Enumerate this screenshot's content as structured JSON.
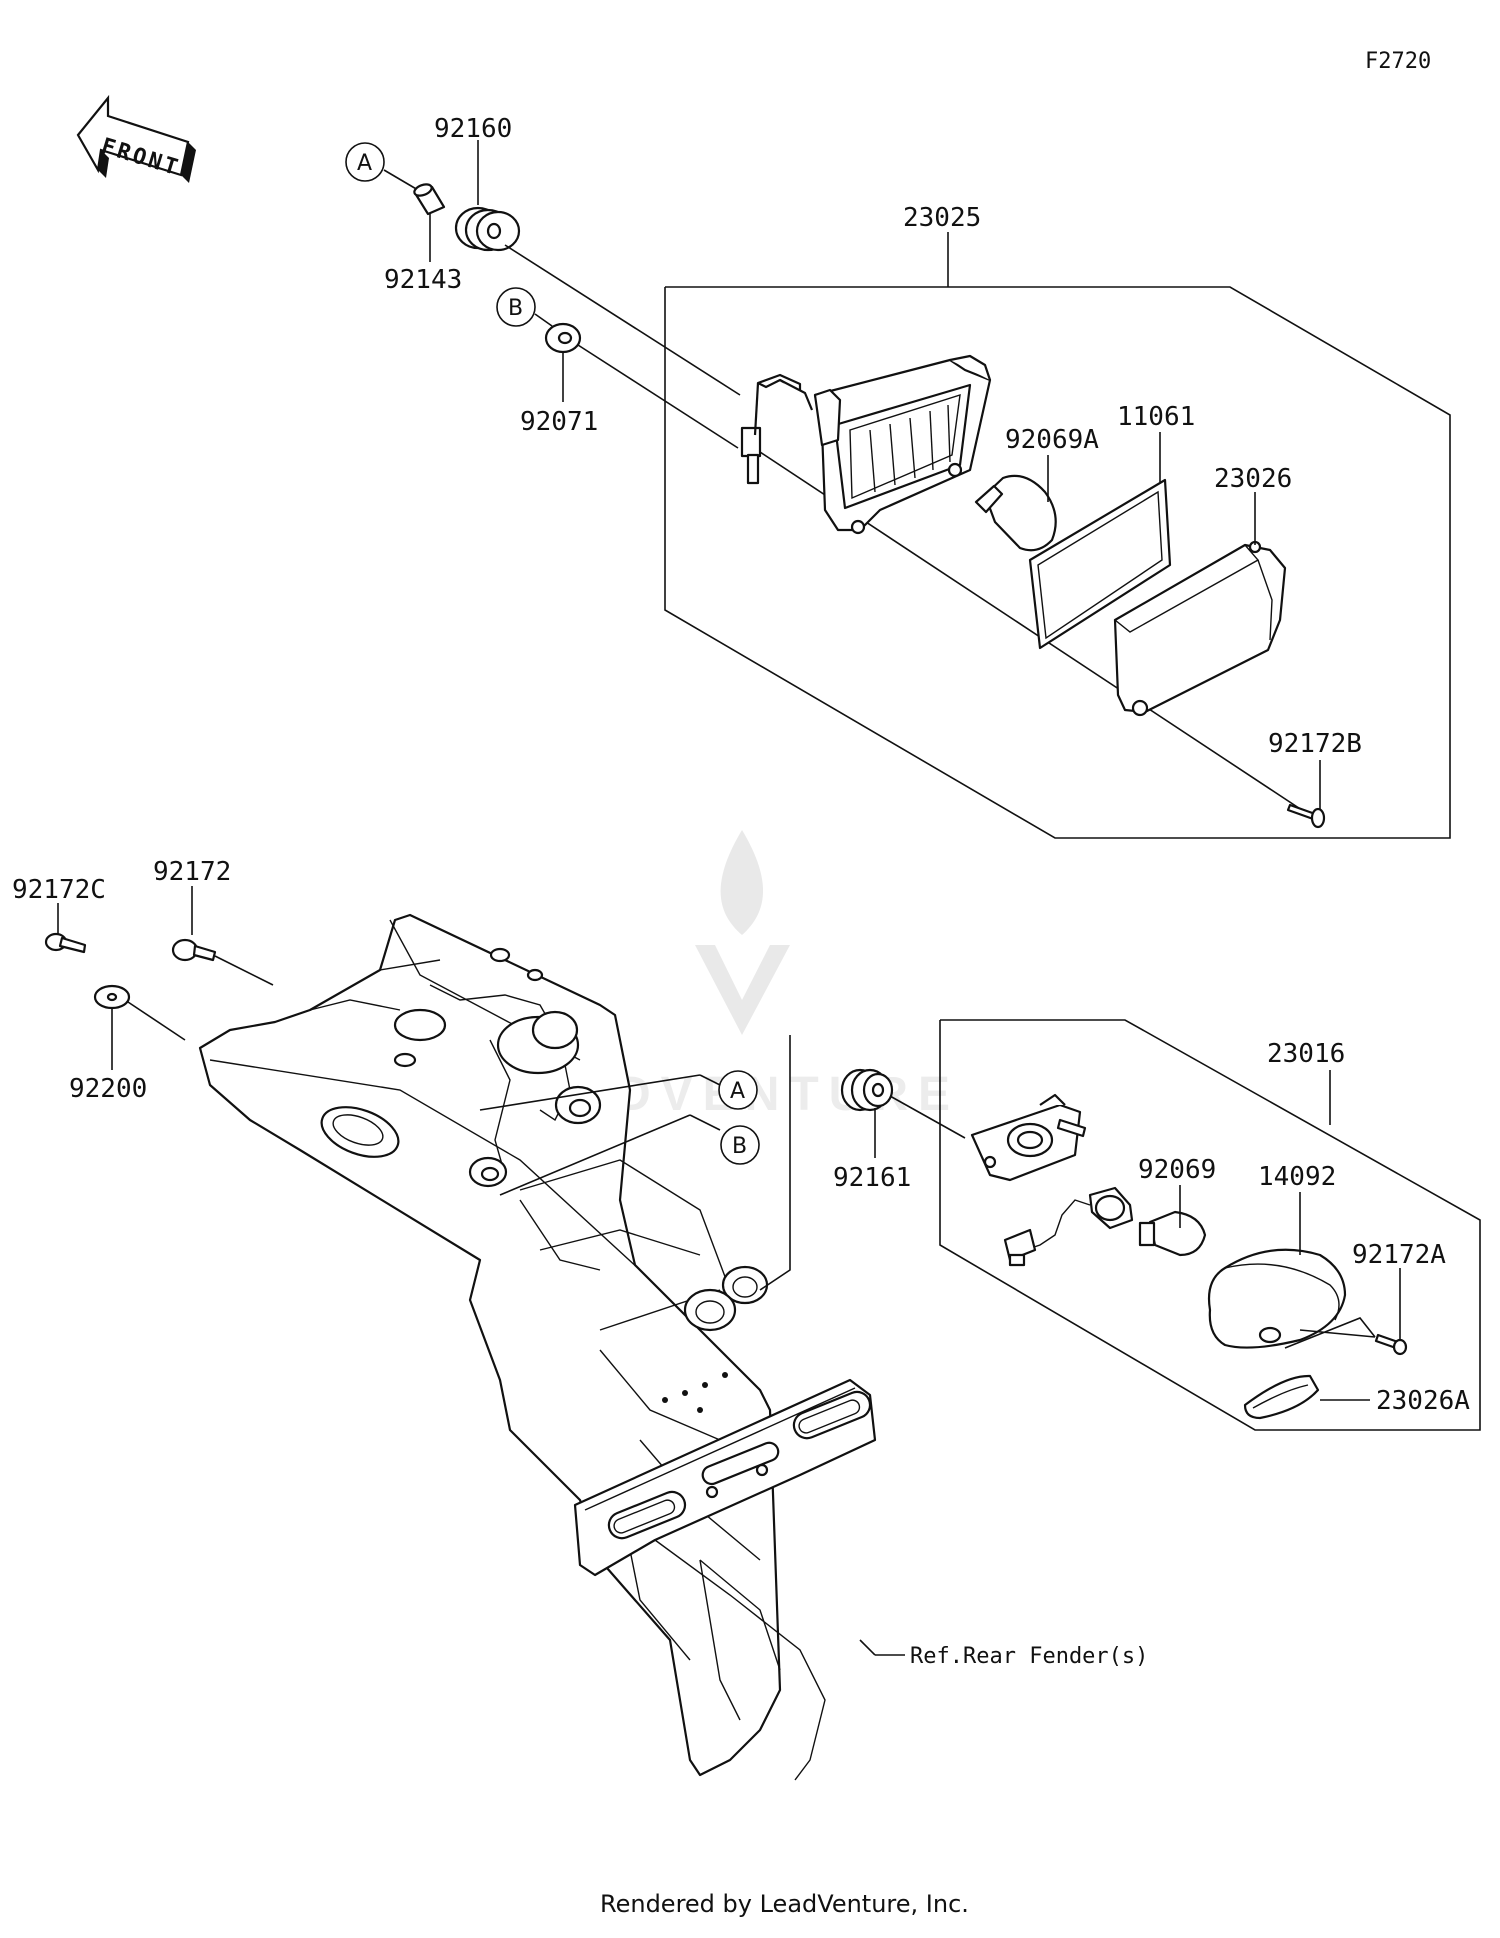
{
  "diagram_code": "F2720",
  "front_arrow_label": "FRONT",
  "callouts": {
    "c_92160": "92160",
    "c_92143": "92143",
    "c_92071": "92071",
    "c_23025": "23025",
    "c_92069A": "92069A",
    "c_11061": "11061",
    "c_23026": "23026",
    "c_92172B": "92172B",
    "c_92172C": "92172C",
    "c_92172": "92172",
    "c_92200": "92200",
    "c_92161": "92161",
    "c_23016": "23016",
    "c_92069": "92069",
    "c_14092": "14092",
    "c_92172A": "92172A",
    "c_23026A": "23026A",
    "ref_rear_fender": "Ref.Rear Fender(s)"
  },
  "reference_markers": {
    "a_top": "A",
    "b_top": "B",
    "a_mid": "A",
    "b_mid": "B"
  },
  "watermark_text": "LEADVENTURE",
  "footer_text": "Rendered by LeadVenture, Inc."
}
